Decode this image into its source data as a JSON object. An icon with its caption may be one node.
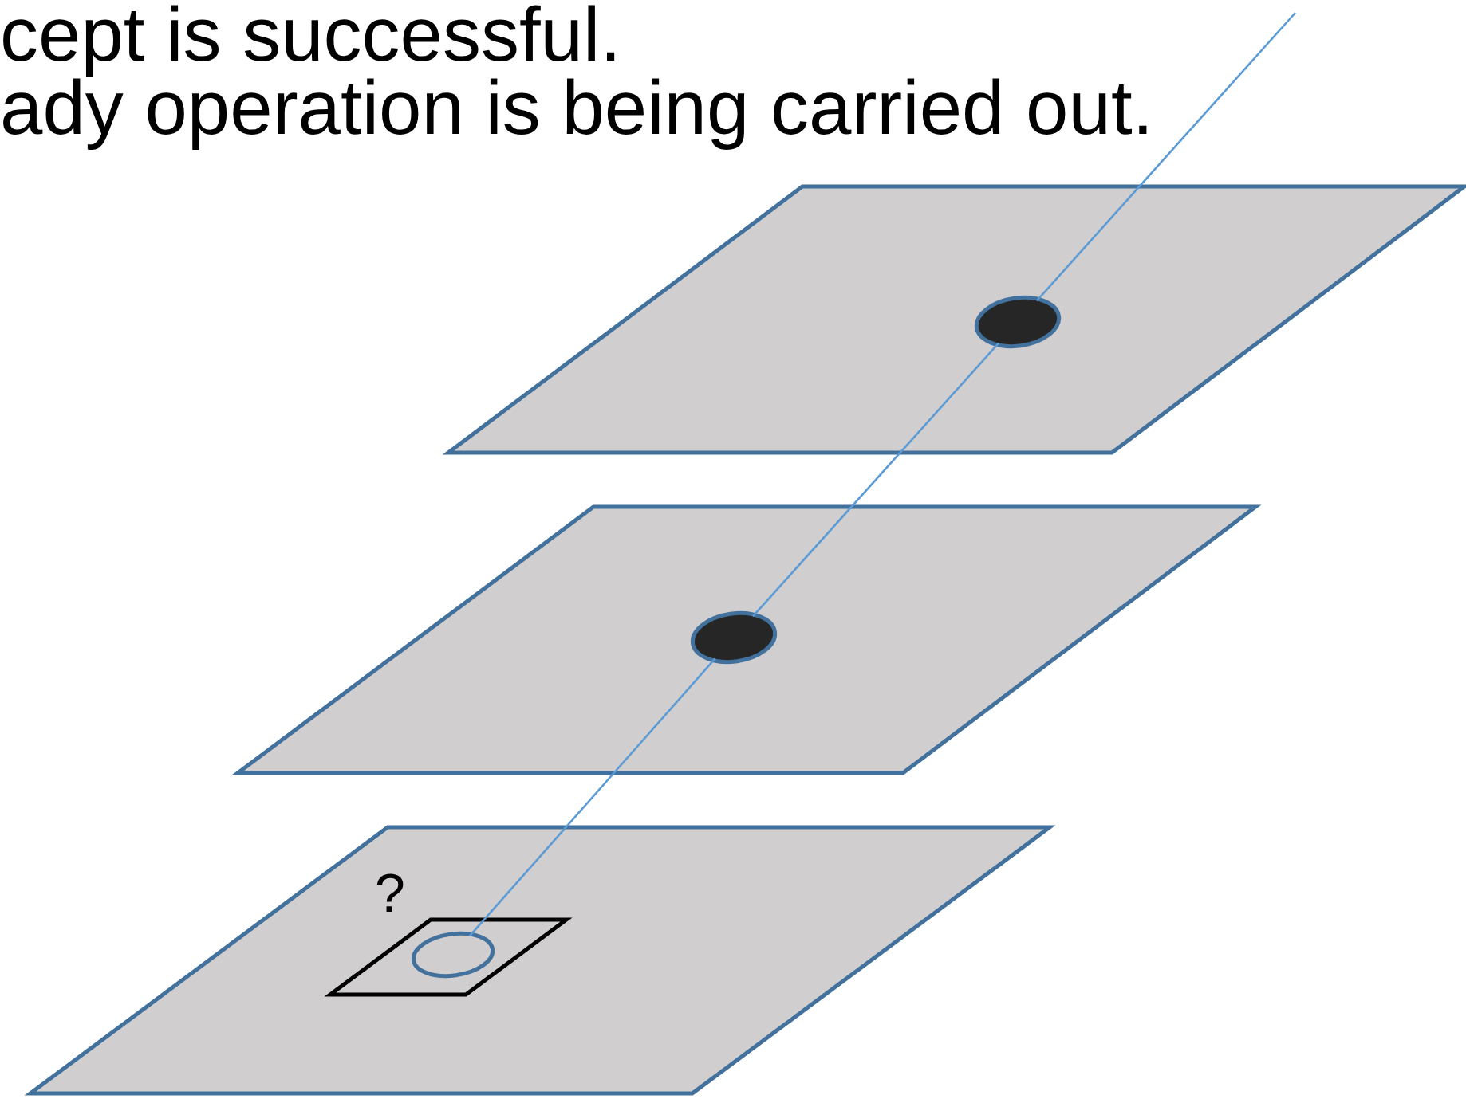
{
  "diagram": {
    "nodes": [
      {
        "text": [],
        "shape": "parallelogram"
      },
      {
        "text": [],
        "shape": "ellipse",
        "in": 0
      },
      {
        "text": [],
        "shape": "parallelogram"
      },
      {
        "text": [],
        "shape": "ellipse",
        "in": 2
      },
      {
        "text": [],
        "shape": "parallelogram"
      },
      {
        "text": [
          "?"
        ],
        "in": 4
      },
      {
        "text": [],
        "shape": "ellipse",
        "in": 5
      }
    ],
    "edges": [
      {
        "from": null,
        "to": 1,
        "arrow": "none"
      },
      {
        "from": 1,
        "to": 3,
        "arrow": "none"
      },
      {
        "from": 3,
        "to": 6,
        "arrow": "none"
      }
    ],
    "labels": [
      "cept is successful.",
      "ady operation is being carried out."
    ]
  }
}
